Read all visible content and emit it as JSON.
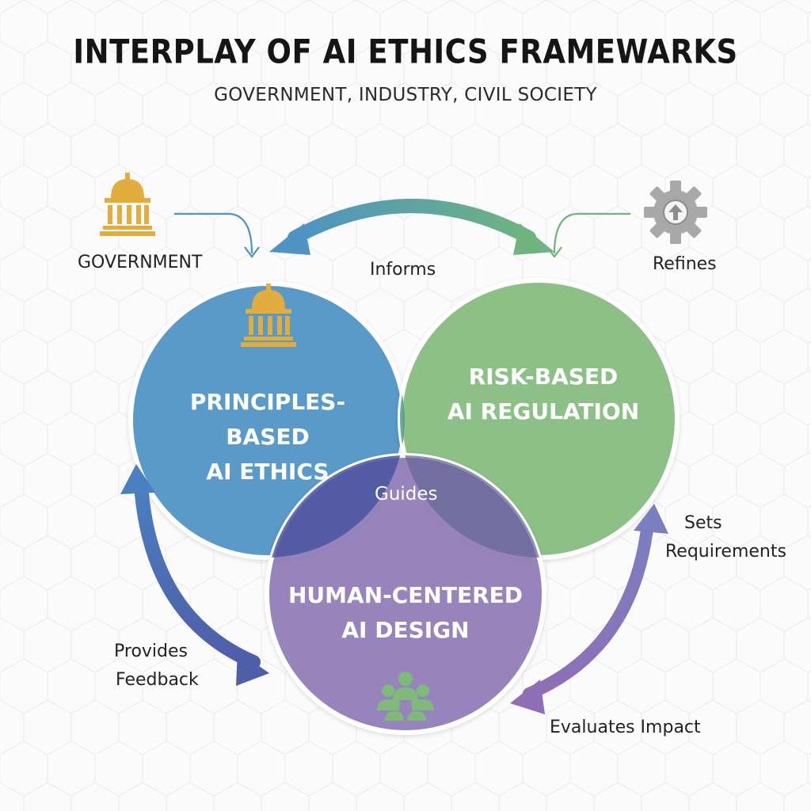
{
  "title": "INTERPLAY OF AI ETHICS FRAMEWARKS",
  "subtitle": "GOVERNMENT, INDUSTRY, CIVIL SOCIETY",
  "labels": {
    "government": "GOVERNMENT",
    "informs": "Informs",
    "refines": "Refines",
    "guides": "Guides",
    "sets_requirements_1": "Sets",
    "sets_requirements_2": "Requirements",
    "provides_feedback_1": "Provides",
    "provides_feedback_2": "Feedback",
    "evaluates_impact": "Evaluates Impact"
  },
  "circles": {
    "principles": {
      "line1": "PRINCIPLES-BASED",
      "line2": "AI ETHICS",
      "color": "#5598c8"
    },
    "risk": {
      "line1": "RISK-BASED",
      "line2": "AI REGULATION",
      "color": "#86bd7f"
    },
    "human": {
      "line1": "HUMAN-CENTERED",
      "line2": "AI DESIGN",
      "color": "#8a73b4"
    }
  },
  "colors": {
    "gold": "#e2ad3c",
    "gear": "#a8a8a8",
    "arrow_blue": "#4e93c4",
    "arrow_green": "#6fb47e",
    "arrow_indigo": "#4f5ea8",
    "arrow_purple": "#8e6fb6",
    "people": "#7fba7a"
  },
  "icons": [
    "government-building-icon",
    "gear-upload-icon",
    "people-group-icon"
  ]
}
